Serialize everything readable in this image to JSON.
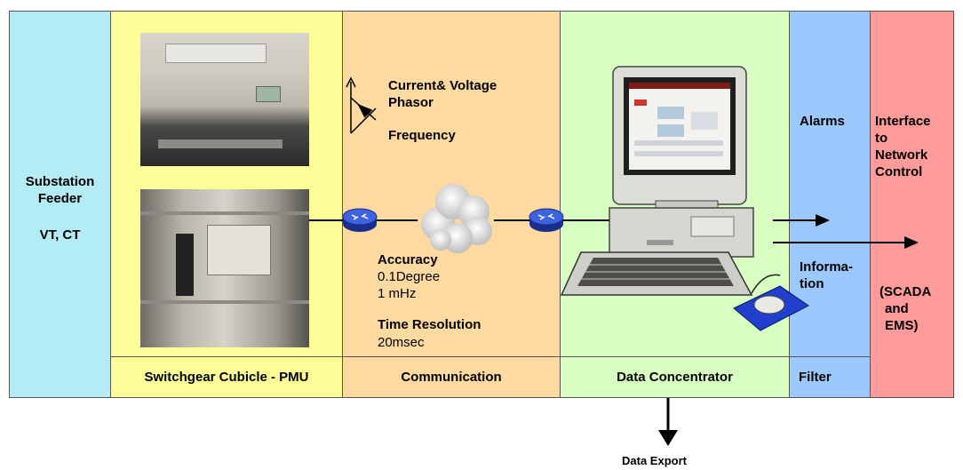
{
  "colors": {
    "substation": "#b3ecf4",
    "switchgear": "#fefe99",
    "communication": "#fed9a0",
    "concentrator": "#d9fec2",
    "filter": "#9bc9fd",
    "interface": "#fd9a9a"
  },
  "substation": {
    "title_line1": "Substation",
    "title_line2": "Feeder",
    "subtitle": "VT, CT"
  },
  "switchgear": {
    "footer": "Switchgear Cubicle - PMU"
  },
  "communication": {
    "footer": "Communication",
    "phasor_line1": "Current& Voltage",
    "phasor_line2": "Phasor",
    "frequency": "Frequency",
    "accuracy_label": "Accuracy",
    "accuracy_degree": "0.1Degree",
    "accuracy_freq": "1 mHz",
    "time_label": "Time Resolution",
    "time_value": "20msec"
  },
  "concentrator": {
    "footer": "Data Concentrator"
  },
  "filter": {
    "footer": "Filter",
    "alarms": "Alarms",
    "info_line1": "Informa-",
    "info_line2": "tion"
  },
  "interface": {
    "line1": "Interface",
    "line2": "to",
    "line3": "Network",
    "line4": "Control",
    "scada_line1": "(SCADA",
    "scada_line2": "and",
    "scada_line3": "EMS)"
  },
  "export": {
    "label": "Data Export"
  }
}
